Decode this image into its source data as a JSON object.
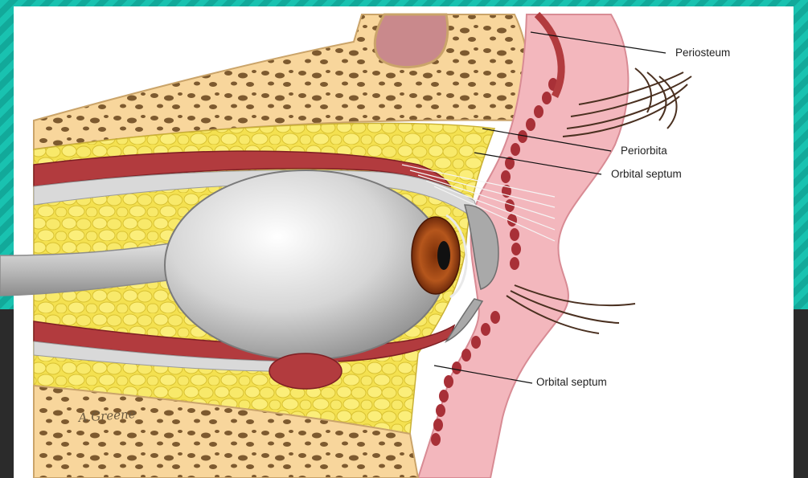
{
  "labels": {
    "periosteum": "Periosteum",
    "periorbita": "Periorbita",
    "orbital_septum_upper": "Orbital septum",
    "orbital_septum_lower": "Orbital septum"
  },
  "signature": "A.Greene",
  "colors": {
    "frame_teal": "#19c2b0",
    "frame_dark": "#2b2b2b",
    "bone": "#f7d59a",
    "fat": "#f3e04c",
    "muscle": "#b23b3e",
    "skin": "#f2b1b8",
    "globe": "#c9c9c9"
  }
}
